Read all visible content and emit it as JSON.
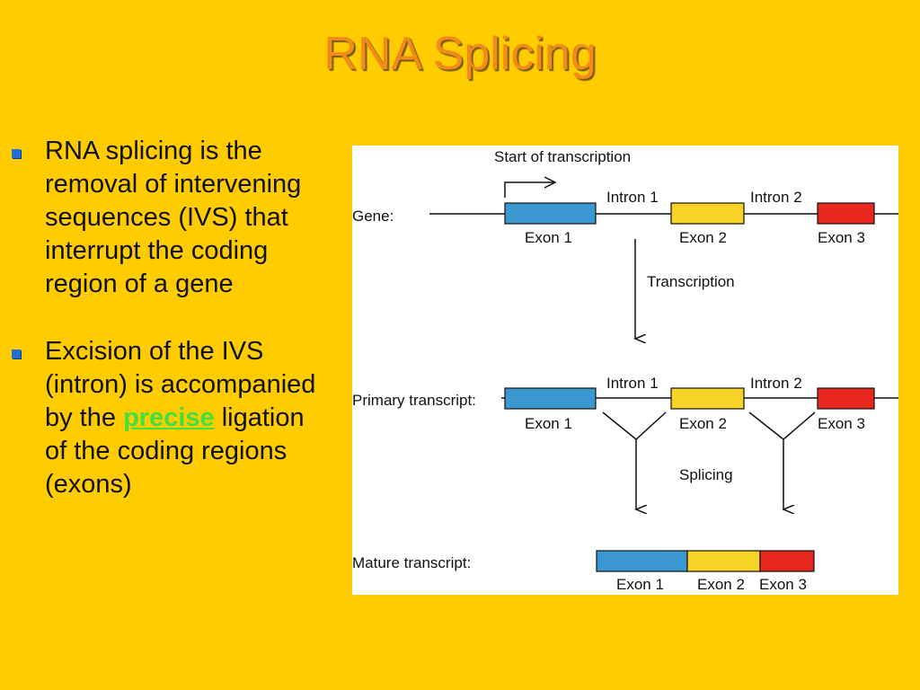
{
  "slide": {
    "title": "RNA Splicing",
    "bullets": [
      {
        "text": "RNA splicing is the removal of intervening sequences (IVS) that interrupt the coding region of a gene"
      },
      {
        "text_before": "Excision of the IVS (intron) is accompanied by the ",
        "highlight": "precise",
        "text_after": " ligation of the coding regions (exons)"
      }
    ]
  },
  "diagram": {
    "start_label": "Start of transcription",
    "rows": {
      "gene": "Gene:",
      "primary": "Primary transcript:",
      "mature": "Mature transcript:"
    },
    "introns": [
      "Intron 1",
      "Intron 2"
    ],
    "exons": [
      "Exon 1",
      "Exon 2",
      "Exon 3"
    ],
    "process_labels": {
      "transcription": "Transcription",
      "splicing": "Splicing"
    },
    "colors": {
      "exon1": "#3b97cf",
      "exon2": "#f7d325",
      "exon3": "#e8281e"
    }
  }
}
